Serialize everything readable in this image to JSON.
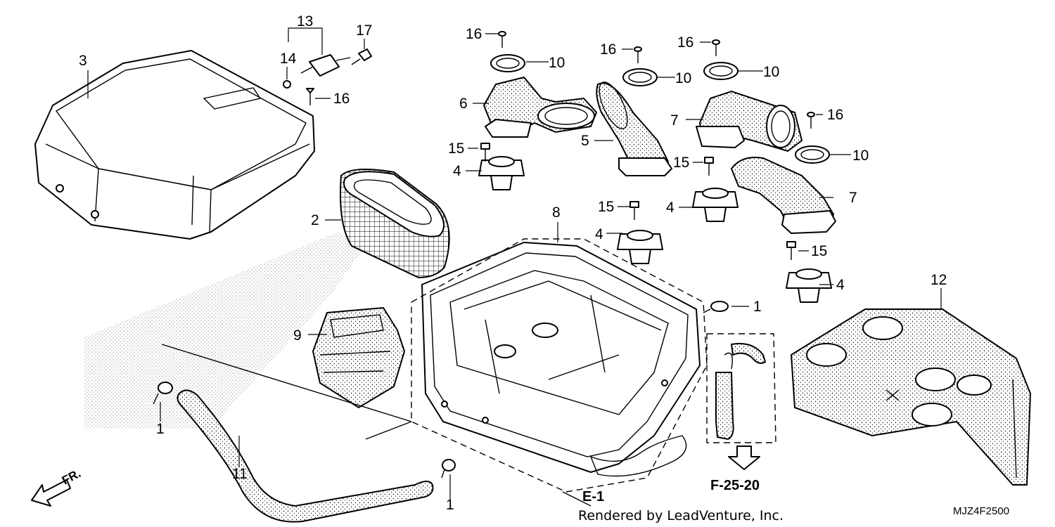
{
  "callouts": {
    "c1a": "1",
    "c1b": "1",
    "c1c": "1",
    "c2": "2",
    "c3": "3",
    "c4a": "4",
    "c4b": "4",
    "c4c": "4",
    "c4d": "4",
    "c5": "5",
    "c6": "6",
    "c7a": "7",
    "c7b": "7",
    "c8": "8",
    "c9": "9",
    "c10a": "10",
    "c10b": "10",
    "c10c": "10",
    "c10d": "10",
    "c11": "11",
    "c12": "12",
    "c13": "13",
    "c14": "14",
    "c15a": "15",
    "c15b": "15",
    "c15c": "15",
    "c15d": "15",
    "c16a": "16",
    "c16b": "16",
    "c16c": "16",
    "c16d": "16",
    "c16e": "16",
    "c17": "17"
  },
  "references": {
    "e1": "E-1",
    "f2520": "F-25-20"
  },
  "direction_label": "FR.",
  "credit": "Rendered by LeadVenture, Inc.",
  "diagram_code": "MJZ4F2500",
  "icons": [
    "front-arrow-icon",
    "down-arrow-icon"
  ]
}
